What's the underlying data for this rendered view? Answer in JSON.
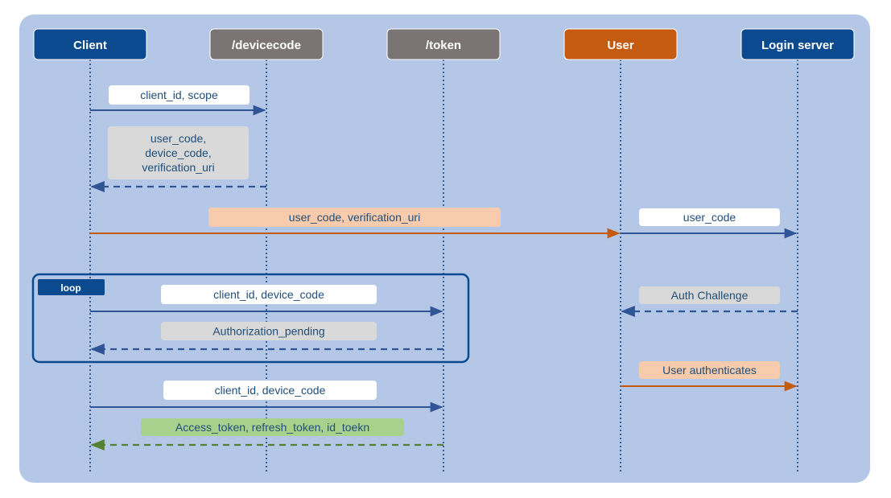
{
  "colors": {
    "panel": "#b4c7e7",
    "blue": "#2f5597",
    "dark_blue": "#0b4a8f",
    "gray": "#7a7474",
    "orange": "#c55a11",
    "green": "#548235",
    "label_white": "#ffffff",
    "label_gray": "#d9d9d9",
    "label_orange": "#f8cbad",
    "label_green": "#a9d18e",
    "text_blue": "#1f4e79"
  },
  "participants": [
    {
      "id": "client",
      "label": "Client",
      "color": "dark_blue"
    },
    {
      "id": "devicecode",
      "label": "/devicecode",
      "color": "gray"
    },
    {
      "id": "token",
      "label": "/token",
      "color": "gray"
    },
    {
      "id": "user",
      "label": "User",
      "color": "orange"
    },
    {
      "id": "login",
      "label": "Login server",
      "color": "dark_blue"
    }
  ],
  "messages": [
    {
      "id": "m1",
      "from": "client",
      "to": "devicecode",
      "style": "solid",
      "color": "blue",
      "label": "client_id, scope",
      "label_bg": "label_white"
    },
    {
      "id": "m2",
      "from": "devicecode",
      "to": "client",
      "style": "dashed",
      "color": "blue",
      "label": "user_code,\ndevice_code,\nverification_uri",
      "label_bg": "label_gray"
    },
    {
      "id": "m3",
      "from": "client",
      "to": "user",
      "style": "solid",
      "color": "orange",
      "label": "user_code, verification_uri",
      "label_bg": "label_orange"
    },
    {
      "id": "m4",
      "from": "user",
      "to": "login",
      "style": "solid",
      "color": "blue",
      "label": "user_code",
      "label_bg": "label_white"
    },
    {
      "id": "m5",
      "from": "client",
      "to": "token",
      "style": "solid",
      "color": "blue",
      "label": "client_id, device_code",
      "label_bg": "label_white"
    },
    {
      "id": "m6",
      "from": "login",
      "to": "user",
      "style": "dashed",
      "color": "blue",
      "label": "Auth Challenge",
      "label_bg": "label_gray"
    },
    {
      "id": "m7",
      "from": "token",
      "to": "client",
      "style": "dashed",
      "color": "blue",
      "label": "Authorization_pending",
      "label_bg": "label_gray"
    },
    {
      "id": "m8",
      "from": "user",
      "to": "login",
      "style": "solid",
      "color": "orange",
      "label": "User authenticates",
      "label_bg": "label_orange"
    },
    {
      "id": "m9",
      "from": "client",
      "to": "token",
      "style": "solid",
      "color": "blue",
      "label": "client_id, device_code",
      "label_bg": "label_white"
    },
    {
      "id": "m10",
      "from": "token",
      "to": "client",
      "style": "dashed",
      "color": "green",
      "label": "Access_token, refresh_token, id_toekn",
      "label_bg": "label_green"
    }
  ],
  "loop": {
    "label": "loop",
    "color": "dark_blue"
  }
}
